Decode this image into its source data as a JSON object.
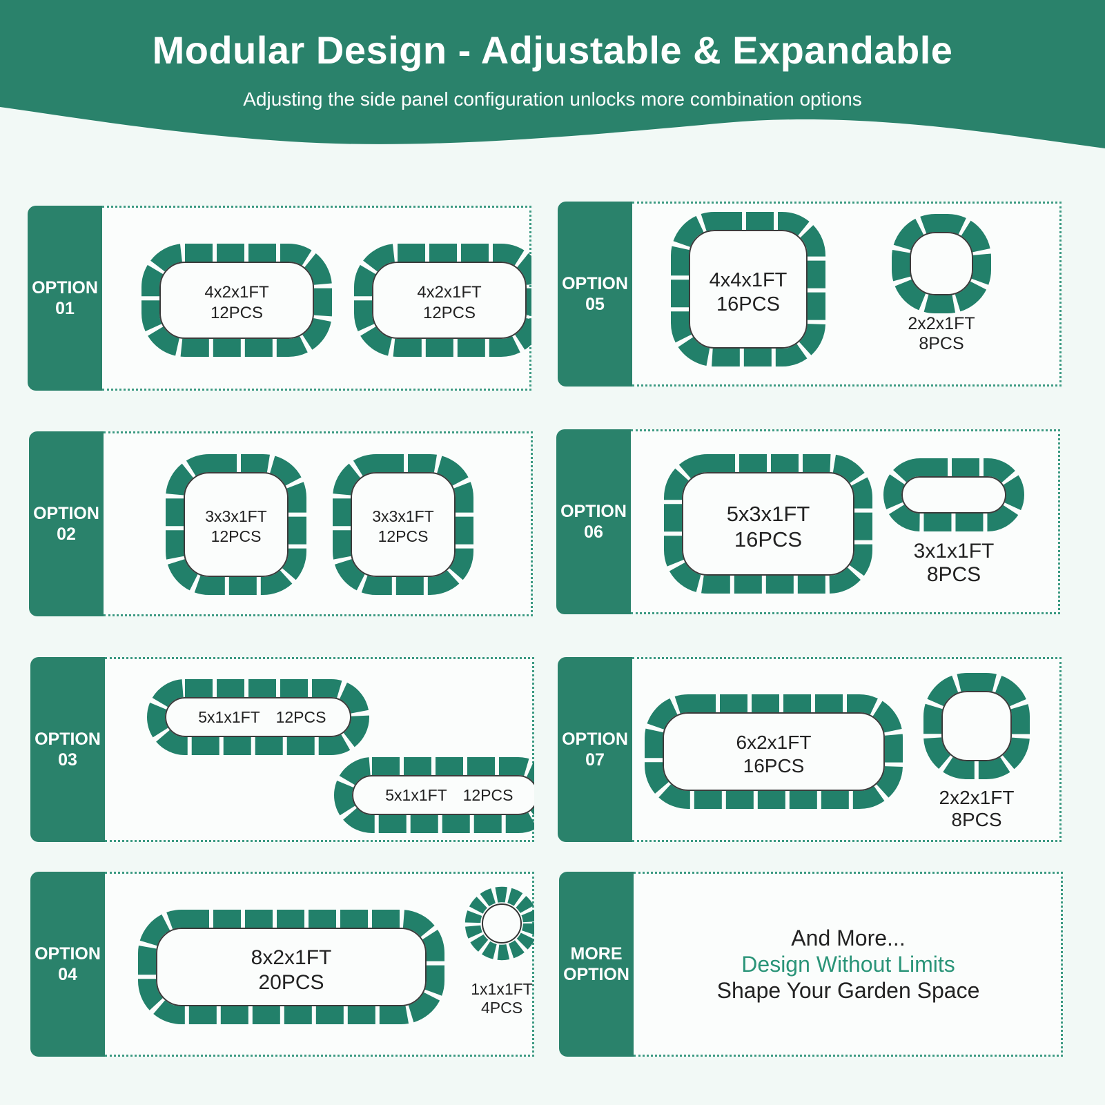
{
  "header": {
    "title": "Modular Design - Adjustable & Expandable",
    "subtitle": "Adjusting the side panel configuration unlocks more combination options"
  },
  "colors": {
    "primary": "#2a826b",
    "panel": "#22806a",
    "background": "#f2f9f6",
    "accent_text": "#2a9478"
  },
  "options": [
    {
      "label_top": "OPTION",
      "label_bottom": "01",
      "beds": [
        {
          "size": "4x2x1FT",
          "pieces": "12PCS"
        },
        {
          "size": "4x2x1FT",
          "pieces": "12PCS"
        }
      ]
    },
    {
      "label_top": "OPTION",
      "label_bottom": "02",
      "beds": [
        {
          "size": "3x3x1FT",
          "pieces": "12PCS"
        },
        {
          "size": "3x3x1FT",
          "pieces": "12PCS"
        }
      ]
    },
    {
      "label_top": "OPTION",
      "label_bottom": "03",
      "beds": [
        {
          "size": "5x1x1FT",
          "pieces": "12PCS"
        },
        {
          "size": "5x1x1FT",
          "pieces": "12PCS"
        }
      ]
    },
    {
      "label_top": "OPTION",
      "label_bottom": "04",
      "beds": [
        {
          "size": "8x2x1FT",
          "pieces": "20PCS"
        },
        {
          "size": "1x1x1FT",
          "pieces": "4PCS"
        }
      ]
    },
    {
      "label_top": "OPTION",
      "label_bottom": "05",
      "beds": [
        {
          "size": "4x4x1FT",
          "pieces": "16PCS"
        },
        {
          "size": "2x2x1FT",
          "pieces": "8PCS"
        }
      ]
    },
    {
      "label_top": "OPTION",
      "label_bottom": "06",
      "beds": [
        {
          "size": "5x3x1FT",
          "pieces": "16PCS"
        },
        {
          "size": "3x1x1FT",
          "pieces": "8PCS"
        }
      ]
    },
    {
      "label_top": "OPTION",
      "label_bottom": "07",
      "beds": [
        {
          "size": "6x2x1FT",
          "pieces": "16PCS"
        },
        {
          "size": "2x2x1FT",
          "pieces": "8PCS"
        }
      ]
    }
  ],
  "more": {
    "label_top": "MORE",
    "label_bottom": "OPTION",
    "line1": "And More...",
    "line2": "Design Without Limits",
    "line3": "Shape Your Garden Space"
  }
}
